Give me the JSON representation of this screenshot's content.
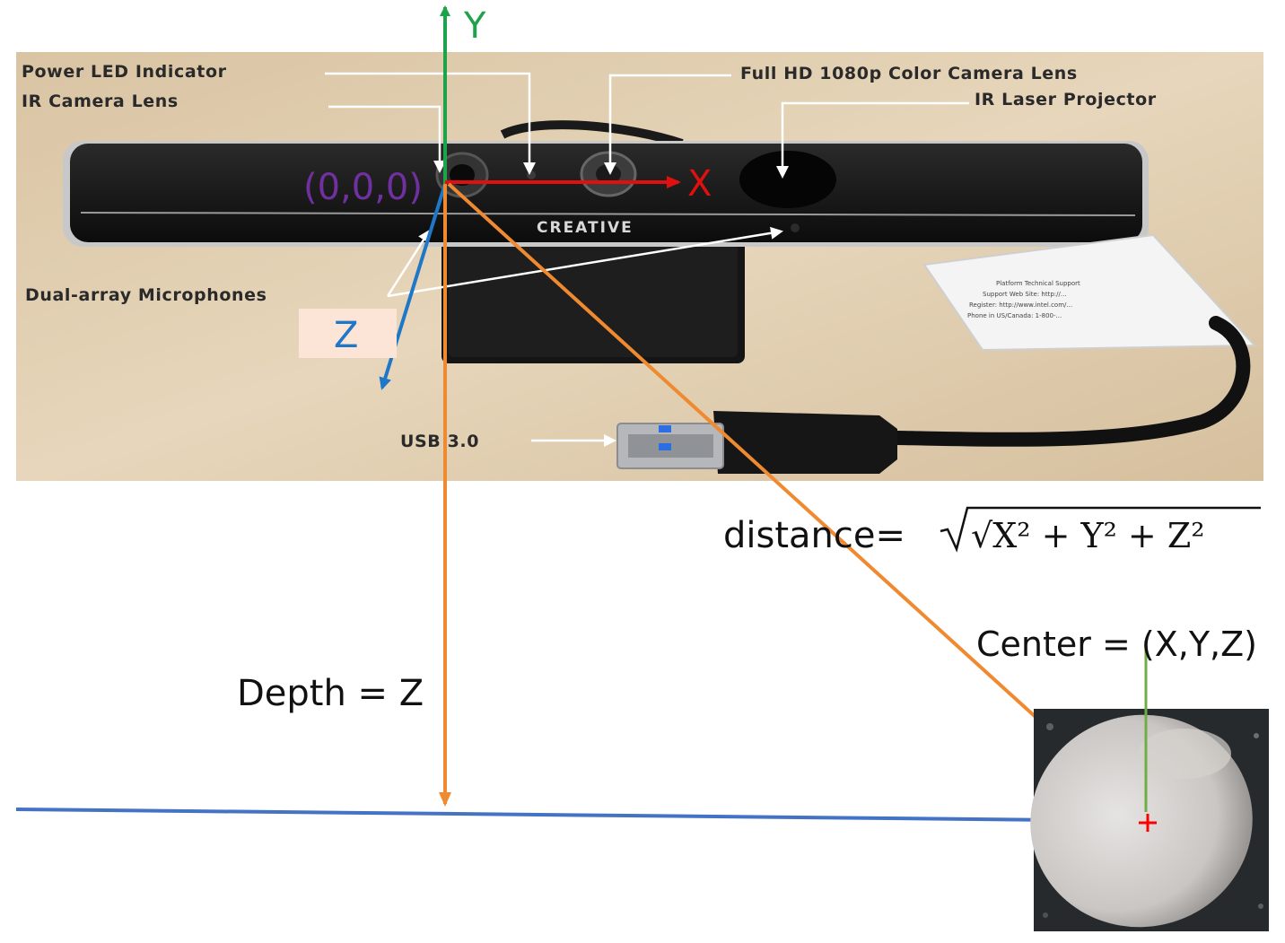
{
  "camera_labels": {
    "power_led": "Power LED Indicator",
    "ir_camera": "IR Camera Lens",
    "color_camera": "Full HD 1080p Color Camera Lens",
    "ir_projector": "IR Laser Projector",
    "microphones": "Dual-array Microphones",
    "usb": "USB 3.0",
    "brand": "CREATIVE"
  },
  "axes": {
    "y_label": "Y",
    "x_label": "X",
    "z_label": "Z",
    "origin": "(0,0,0)"
  },
  "annotations": {
    "distance_prefix": "distance=",
    "distance_formula": "√X² +  Y² +  Z²",
    "center": "Center =  (X,Y,Z)",
    "depth": "Depth = Z"
  },
  "colors": {
    "y_axis": "#1fa34a",
    "x_axis": "#e01010",
    "z_axis": "#1f77c8",
    "origin_text": "#7030a0",
    "measure_lines": "#f08a30",
    "ground_line": "#4472c4",
    "center_marker": "#ff0000",
    "center_pointer": "#70ad47"
  },
  "icons": [
    "center-cross-marker",
    "arrowhead"
  ]
}
